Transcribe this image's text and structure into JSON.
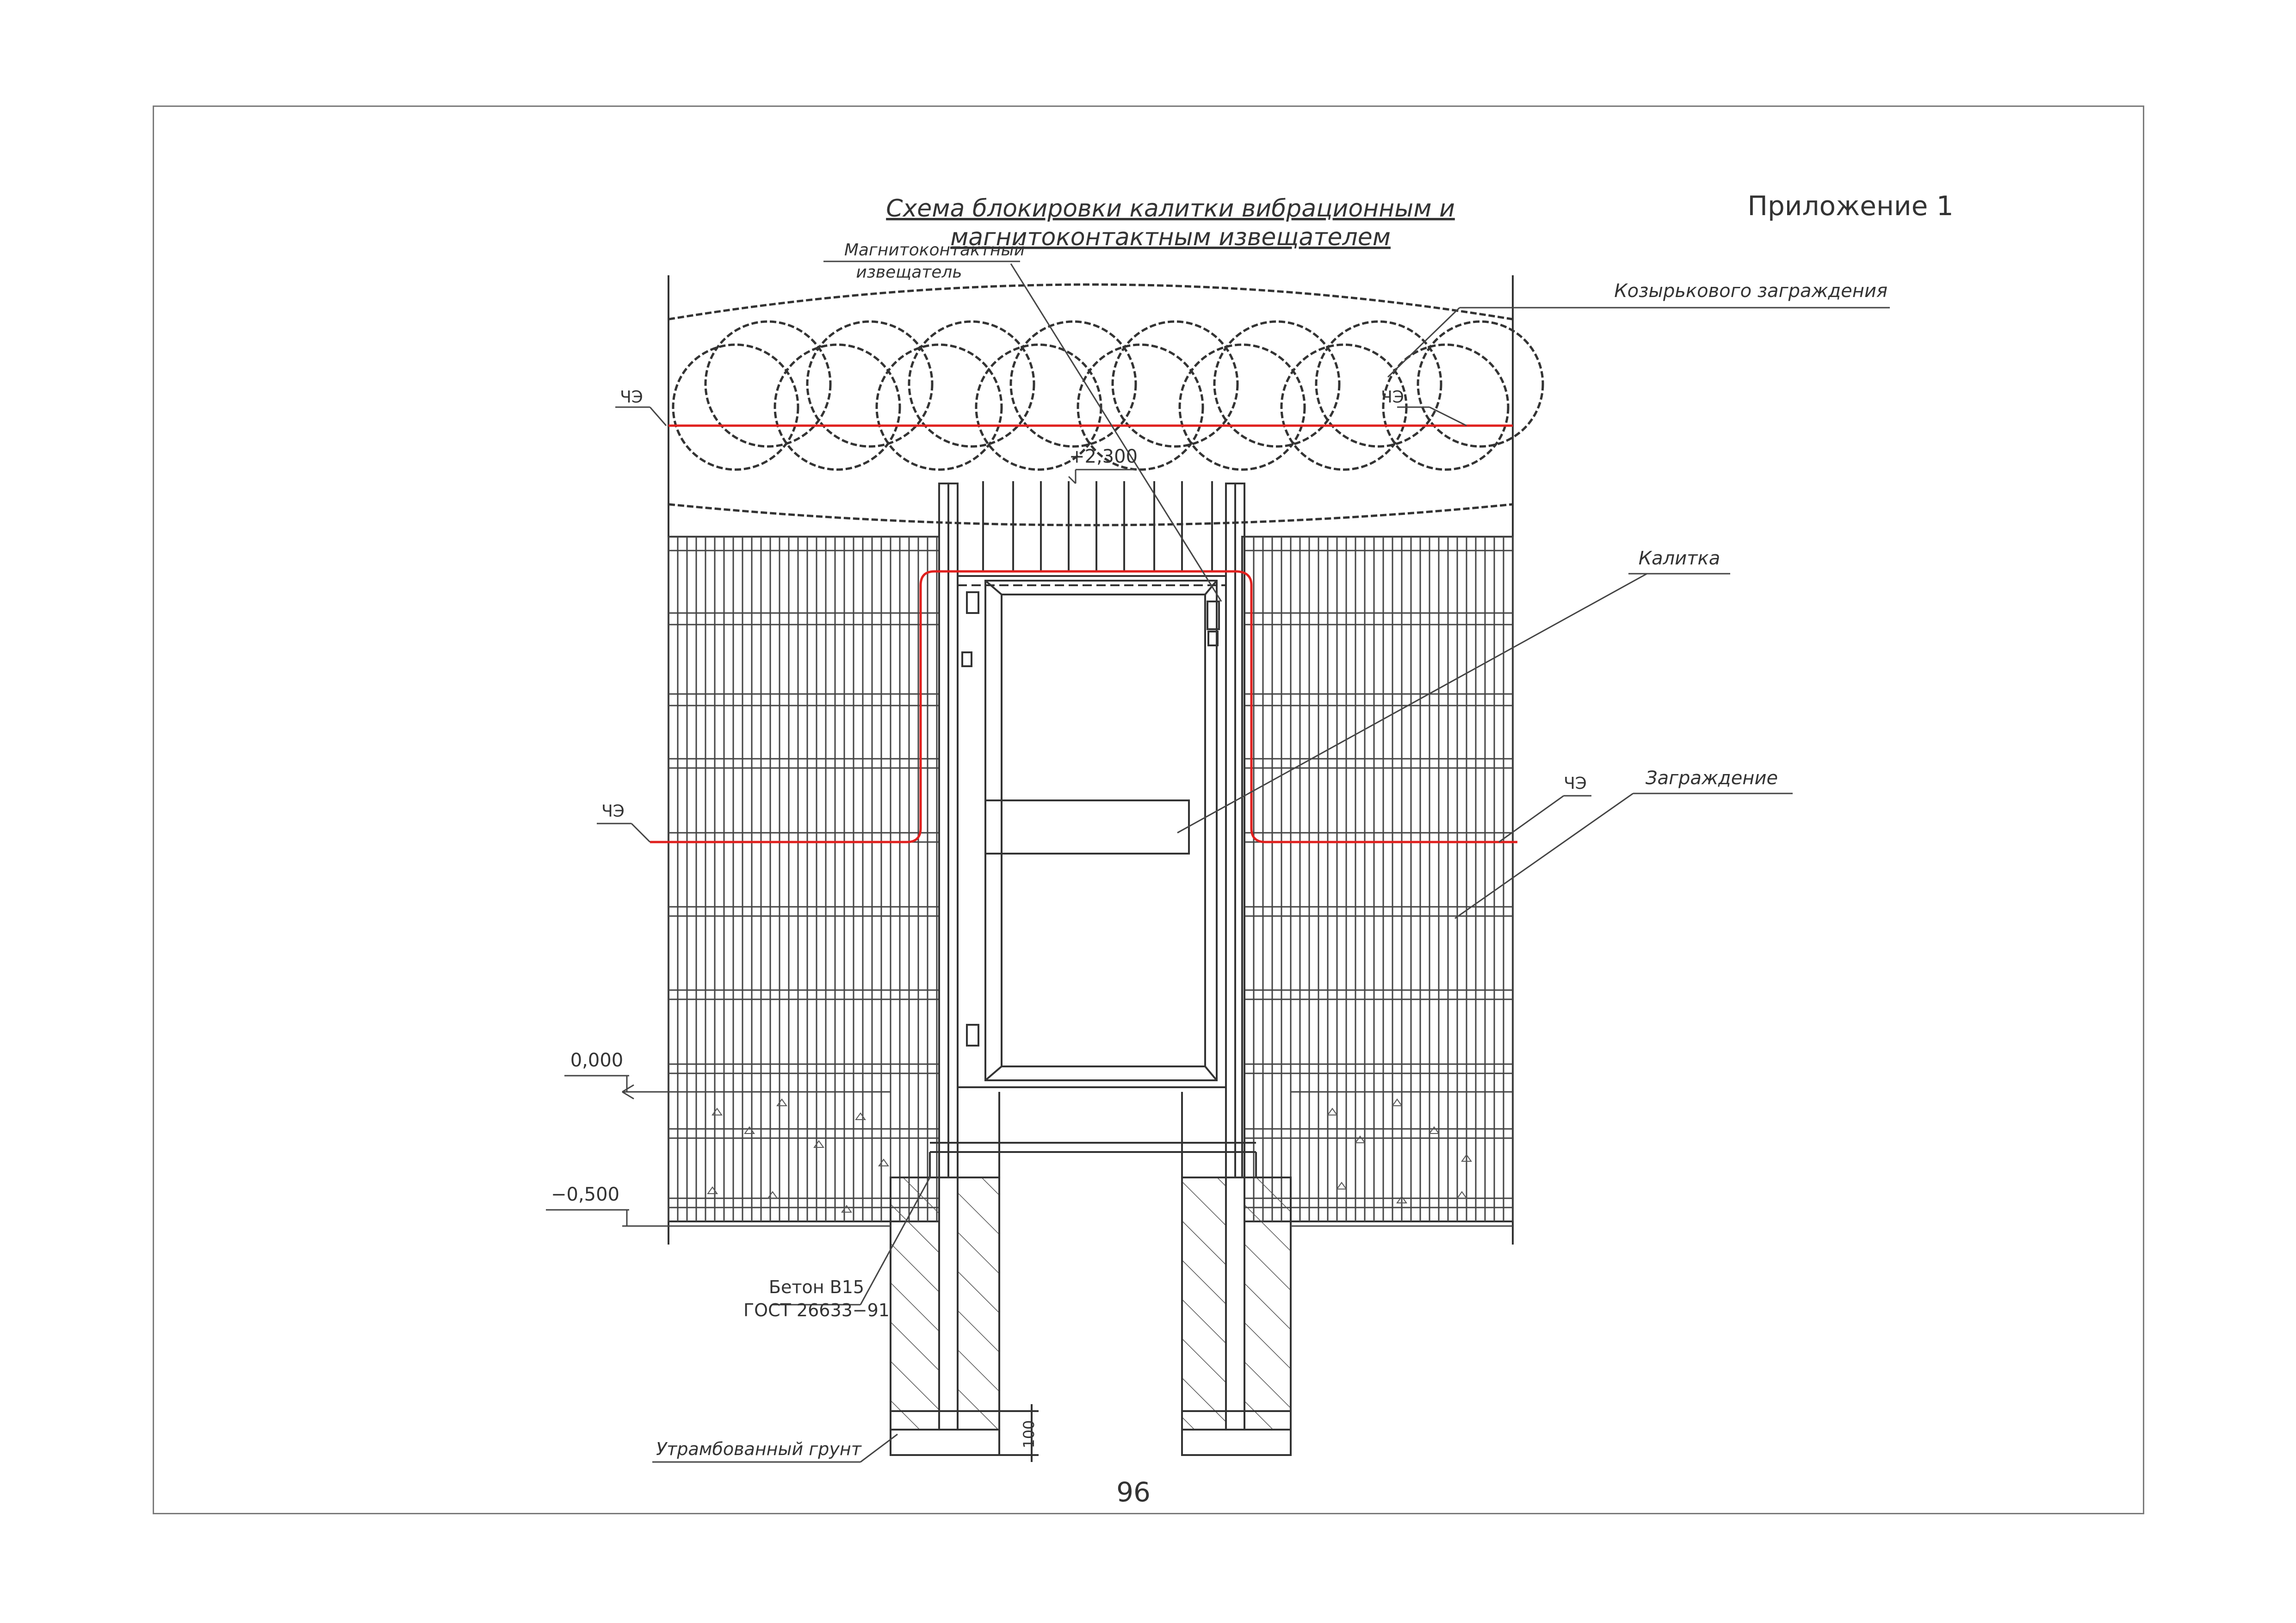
{
  "appendix_label": "Приложение 1",
  "title": {
    "line1": "Схема блокировки калитки вибрационным и",
    "line2": "магнитоконтактным извещателем"
  },
  "labels": {
    "magnetic_detector_l1": "Магнитоконтактный",
    "magnetic_detector_l2": "извещатель",
    "canopy_barrier": "Козырькового заграждения",
    "se_top_left": "ЧЭ",
    "se_top_right": "ЧЭ",
    "se_mid_left": "ЧЭ",
    "se_mid_right": "ЧЭ",
    "elevation_top": "+2,300",
    "gate": "Калитка",
    "fence": "Заграждение",
    "level_zero": "0,000",
    "level_minus": "−0,500",
    "concrete_l1": "Бетон В15",
    "concrete_l2": "ГОСТ 26633−91",
    "compacted_soil": "Утрамбованный грунт",
    "dim_100": "100"
  },
  "page_number": "96",
  "colors": {
    "line": "#333333",
    "sensitive_element": "#e0201e",
    "frame": "#7a7a7a"
  }
}
